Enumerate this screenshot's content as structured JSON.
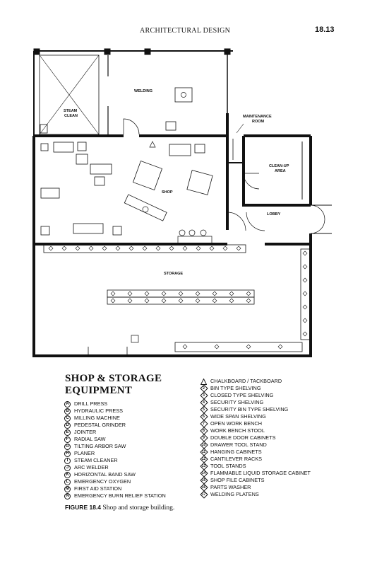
{
  "header": {
    "section_title": "ARCHITECTURAL DESIGN",
    "page_number": "18.13"
  },
  "rooms": {
    "welding": "WELDING",
    "steam_clean_1": "STEAM",
    "steam_clean_2": "CLEAN",
    "maintenance_1": "MAINTENANCE",
    "maintenance_2": "ROOM",
    "cleanup_1": "CLEAN-UP",
    "cleanup_2": "AREA",
    "shop": "SHOP",
    "lobby": "LOBBY",
    "storage": "STORAGE"
  },
  "legend": {
    "title_line1": "SHOP & STORAGE",
    "title_line2": "EQUIPMENT",
    "letter_items": [
      {
        "symbol": "A",
        "label": "DRILL PRESS"
      },
      {
        "symbol": "B",
        "label": "HYDRAULIC PRESS"
      },
      {
        "symbol": "C",
        "label": "MILLING MACHINE"
      },
      {
        "symbol": "D",
        "label": "PEDESTAL GRINDER"
      },
      {
        "symbol": "E",
        "label": "JOINTER"
      },
      {
        "symbol": "F",
        "label": "RADIAL SAW"
      },
      {
        "symbol": "G",
        "label": "TILTING ARBOR SAW"
      },
      {
        "symbol": "H",
        "label": "PLANER"
      },
      {
        "symbol": "I",
        "label": "STEAM CLEANER"
      },
      {
        "symbol": "J",
        "label": "ARC WELDER"
      },
      {
        "symbol": "K",
        "label": "HORIZONTAL BAND SAW"
      },
      {
        "symbol": "L",
        "label": "EMERGENCY OXYGEN"
      },
      {
        "symbol": "M",
        "label": "FIRST AID STATION"
      },
      {
        "symbol": "N",
        "label": "EMERGENCY BURN RELIEF STATION"
      }
    ],
    "number_items": [
      {
        "symbol": "1",
        "shape": "triangle",
        "label": "CHALKBOARD / TACKBOARD"
      },
      {
        "symbol": "2",
        "shape": "diamond",
        "label": "BIN TYPE SHELVING"
      },
      {
        "symbol": "3",
        "shape": "diamond",
        "label": "CLOSED TYPE SHELVING"
      },
      {
        "symbol": "4",
        "shape": "diamond",
        "label": "SECURITY SHELVING"
      },
      {
        "symbol": "5",
        "shape": "diamond",
        "label": "SECURITY BIN TYPE SHELVING"
      },
      {
        "symbol": "6",
        "shape": "diamond",
        "label": "WIDE SPAN SHELVING"
      },
      {
        "symbol": "7",
        "shape": "diamond",
        "label": "OPEN WORK BENCH"
      },
      {
        "symbol": "8",
        "shape": "diamond",
        "label": "WORK BENCH STOOL"
      },
      {
        "symbol": "9",
        "shape": "diamond",
        "label": "DOUBLE DOOR CABINETS"
      },
      {
        "symbol": "10",
        "shape": "diamond",
        "label": "DRAWER TOOL STAND"
      },
      {
        "symbol": "11",
        "shape": "diamond",
        "label": "HANGING CABINETS"
      },
      {
        "symbol": "12",
        "shape": "diamond",
        "label": "CANTILEVER RACKS"
      },
      {
        "symbol": "13",
        "shape": "diamond",
        "label": "TOOL STANDS"
      },
      {
        "symbol": "14",
        "shape": "diamond",
        "label": "FLAMMABLE LIQUID STORAGE CABINET"
      },
      {
        "symbol": "15",
        "shape": "diamond",
        "label": "SHOP FILE CABINETS"
      },
      {
        "symbol": "16",
        "shape": "diamond",
        "label": "PARTS WASHER"
      },
      {
        "symbol": "17",
        "shape": "diamond",
        "label": "WELDING PLATENS"
      }
    ]
  },
  "caption": {
    "label": "FIGURE 18.4",
    "text": "Shop and storage building."
  }
}
